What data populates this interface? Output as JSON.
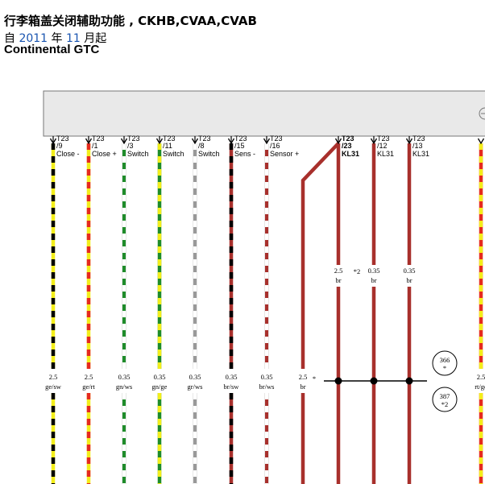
{
  "title": {
    "main": "行李箱盖关闭辅助功能 , CKHB,CVAA,CVAB",
    "since_prefix": "自",
    "since_year": "2011",
    "since_year_unit": "年",
    "since_month": "11",
    "since_suffix": "月起",
    "model": "Continental GTC"
  },
  "colors": {
    "box_fill": "#e9e9e9",
    "wire_brown": "#a8302c",
    "wire_red": "#e52a1f",
    "wire_yellow": "#f3ee1a",
    "wire_green": "#1f8c2a",
    "wire_grey": "#999999",
    "wire_white": "#ffffff",
    "wire_black": "#000000"
  },
  "connectors": [
    {
      "conn": "T23",
      "pin": "/9",
      "signal": "Close -",
      "wire_size": "2.5",
      "wire_color": "ge/sw",
      "stripes": [
        "yellow",
        "black"
      ],
      "bold": false
    },
    {
      "conn": "T23",
      "pin": "/1",
      "signal": "Close +",
      "wire_size": "2.5",
      "wire_color": "ge/rt",
      "stripes": [
        "yellow",
        "red"
      ],
      "bold": false
    },
    {
      "conn": "T23",
      "pin": "/3",
      "signal": "Switch",
      "wire_size": "0.35",
      "wire_color": "gn/ws",
      "stripes": [
        "green",
        "white"
      ],
      "bold": false
    },
    {
      "conn": "T23",
      "pin": "/11",
      "signal": "Switch",
      "wire_size": "0.35",
      "wire_color": "gn/ge",
      "stripes": [
        "green",
        "yellow"
      ],
      "bold": false
    },
    {
      "conn": "T23",
      "pin": "/8",
      "signal": "Switch",
      "wire_size": "0.35",
      "wire_color": "gr/ws",
      "stripes": [
        "grey",
        "white"
      ],
      "bold": false
    },
    {
      "conn": "T23",
      "pin": "/15",
      "signal": "Sens -",
      "wire_size": "0.35",
      "wire_color": "br/sw",
      "stripes": [
        "brown",
        "black"
      ],
      "bold": false
    },
    {
      "conn": "T23",
      "pin": "/16",
      "signal": "Sensor +",
      "wire_size": "0.35",
      "wire_color": "br/ws",
      "stripes": [
        "brown",
        "white"
      ],
      "bold": false
    },
    {
      "conn": "T23",
      "pin": "/23",
      "signal": "KL31",
      "wire_size": "2.5",
      "wire_color": "br",
      "stripes": [
        "brown"
      ],
      "bold": true
    },
    {
      "conn": "T23",
      "pin": "/12",
      "signal": "KL31",
      "wire_size": "0.35",
      "wire_color": "br",
      "stripes": [
        "brown"
      ],
      "bold": false
    },
    {
      "conn": "T23",
      "pin": "/13",
      "signal": "KL31",
      "wire_size": "0.35",
      "wire_color": "br",
      "stripes": [
        "brown"
      ],
      "bold": false
    }
  ],
  "diagonal_wire": {
    "wire_size": "2.5",
    "wire_color": "br",
    "mark": "*"
  },
  "ground_wires": [
    {
      "wire_size": "2.5",
      "wire_color": "br",
      "note": "*2"
    },
    {
      "wire_size": "0.35",
      "wire_color": "br",
      "note": ""
    },
    {
      "wire_size": "0.35",
      "wire_color": "br",
      "note": ""
    }
  ],
  "ground_points": [
    {
      "id": "366",
      "note": "*"
    },
    {
      "id": "387",
      "note": "*2"
    }
  ],
  "right_edge_wire": {
    "wire_size": "2.5",
    "wire_color": "rt/ge"
  }
}
